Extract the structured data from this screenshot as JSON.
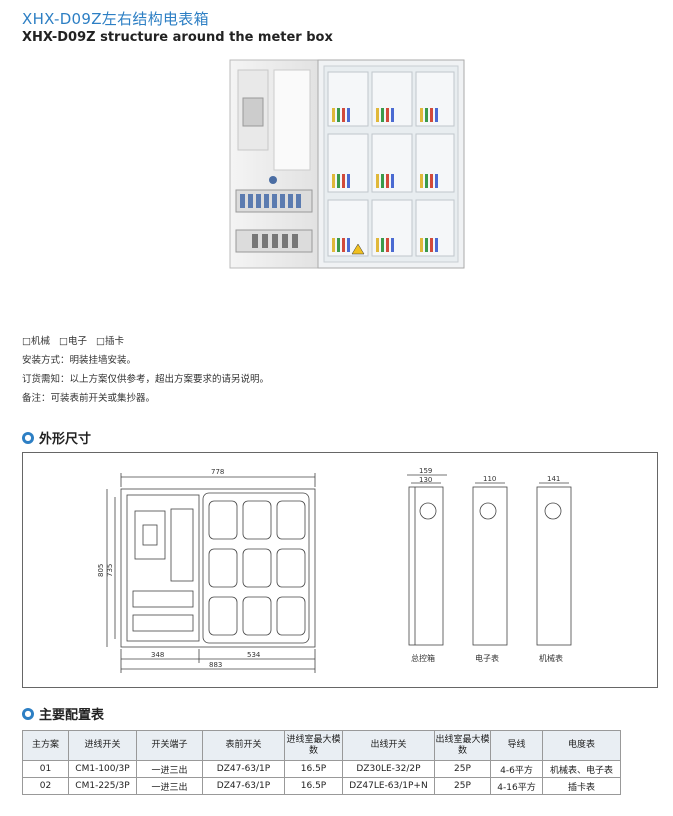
{
  "header": {
    "title_cn": "XHX-D09Z左右结构电表箱",
    "title_en": "XHX-D09Z structure around the meter box"
  },
  "options": {
    "opt1": "□机械",
    "opt2": "□电子",
    "opt3": "□插卡"
  },
  "info": {
    "install": "安装方式：明装挂墙安装。",
    "order": "订货需知：以上方案仅供参考，超出方案要求的请另说明。",
    "note": "备注：可装表前开关或集抄器。"
  },
  "sections": {
    "dimensions": "外形尺寸",
    "config": "主要配置表"
  },
  "drawing": {
    "dims": {
      "width_top": "778",
      "height_outer": "805",
      "height_inner": "735",
      "bottom_left": "348",
      "bottom_right": "534",
      "bottom_total": "883",
      "side1_top": "159",
      "side1_inner": "130",
      "side2_top": "110",
      "side3_top": "141"
    },
    "labels": {
      "side1": "总控箱",
      "side2": "电子表",
      "side3": "机械表"
    }
  },
  "table": {
    "headers": [
      "主方案",
      "进线开关",
      "开关端子",
      "表前开关",
      "进线室最大模数",
      "出线开关",
      "出线室最大模数",
      "导线",
      "电度表"
    ],
    "rows": [
      [
        "01",
        "CM1-100/3P",
        "一进三出",
        "DZ47-63/1P",
        "16.5P",
        "DZ30LE-32/2P",
        "25P",
        "4-6平方",
        "机械表、电子表"
      ],
      [
        "02",
        "CM1-225/3P",
        "一进三出",
        "DZ47-63/1P",
        "16.5P",
        "DZ47LE-63/1P+N",
        "25P",
        "4-16平方",
        "插卡表"
      ]
    ]
  },
  "colors": {
    "accent": "#2d7fc4"
  }
}
